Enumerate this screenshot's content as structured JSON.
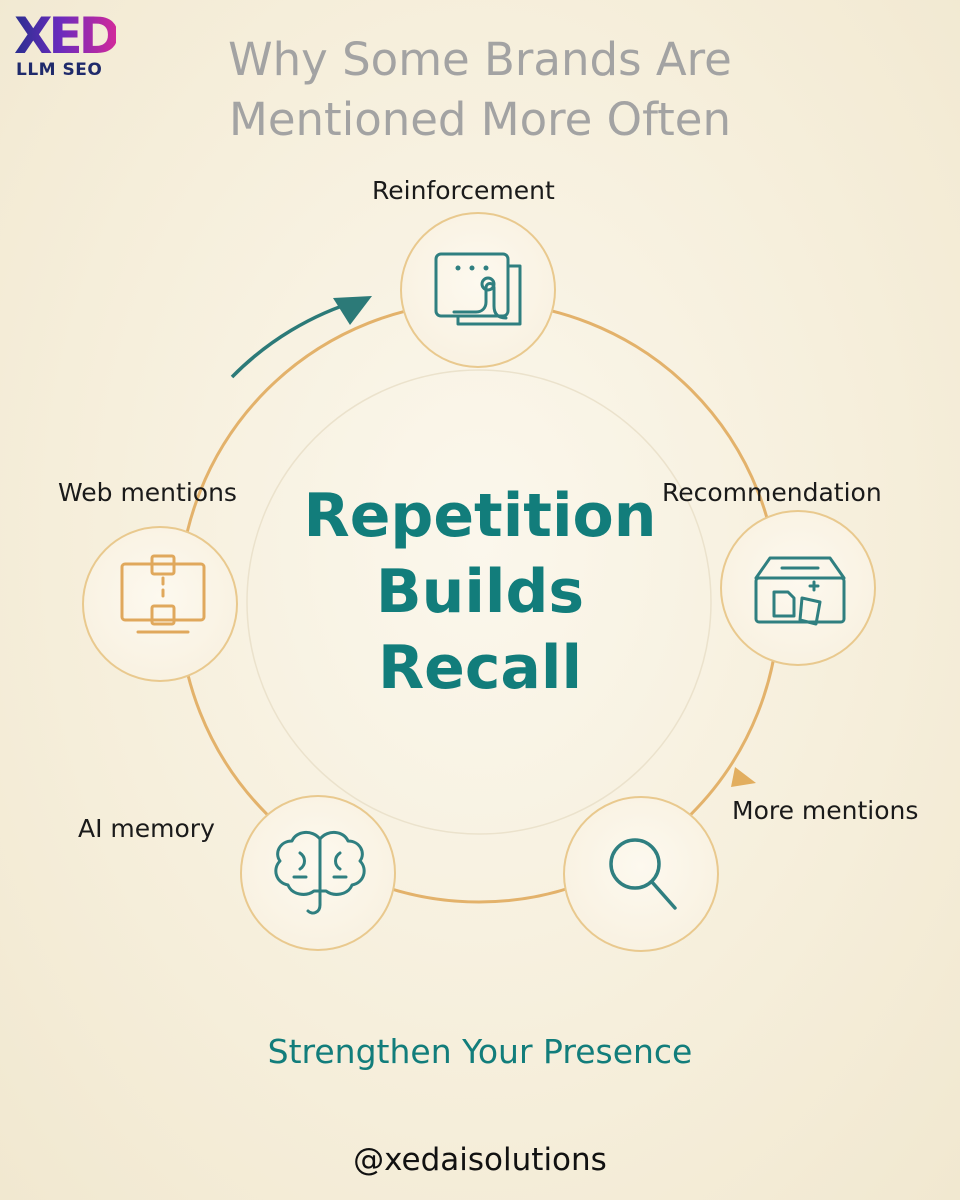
{
  "logo": {
    "mark": "XED",
    "subtitle": "LLM SEO"
  },
  "title": {
    "line1": "Why Some Brands Are",
    "line2": "Mentioned More Often"
  },
  "center": {
    "line1": "Repetition",
    "line2": "Builds",
    "line3": "Recall"
  },
  "nodes": [
    {
      "label": "Reinforcement",
      "icon": "browser-hand-icon"
    },
    {
      "label": "Recommendation",
      "icon": "box-documents-icon"
    },
    {
      "label": "More mentions",
      "icon": "magnifier-icon"
    },
    {
      "label": "AI memory",
      "icon": "brain-icon"
    },
    {
      "label": "Web mentions",
      "icon": "web-panel-icon"
    }
  ],
  "tagline": "Strengthen Your Presence",
  "handle": "@xedaisolutions",
  "colors": {
    "teal": "#127d7b",
    "ring": "#e3b26b",
    "title_gray": "#a3a3a3",
    "background": "#f6efdc"
  }
}
